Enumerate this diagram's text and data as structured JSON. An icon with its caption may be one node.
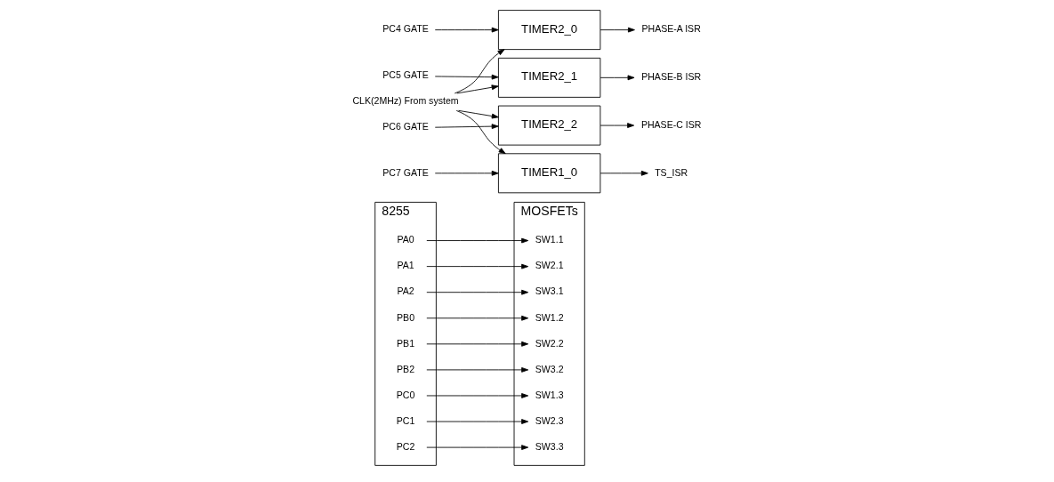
{
  "diagram": {
    "nodes": [
      {
        "text": [
          "8255"
        ]
      },
      {
        "text": [
          "PA0"
        ],
        "in": 0
      },
      {
        "text": [
          "PA1"
        ],
        "in": 0
      },
      {
        "text": [
          "PA2"
        ],
        "in": 0
      },
      {
        "text": [
          "PB0"
        ],
        "in": 0
      },
      {
        "text": [
          "PB1"
        ],
        "in": 0
      },
      {
        "text": [
          "PB2"
        ],
        "in": 0
      },
      {
        "text": [
          "PC0"
        ],
        "in": 0
      },
      {
        "text": [
          "PC1"
        ],
        "in": 0
      },
      {
        "text": [
          "PC2"
        ],
        "in": 0
      },
      {
        "text": [
          "MOSFETs"
        ]
      },
      {
        "text": [
          "SW1.1"
        ],
        "in": 10
      },
      {
        "text": [
          "SW2.1"
        ],
        "in": 10
      },
      {
        "text": [
          "SW3.1"
        ],
        "in": 10
      },
      {
        "text": [
          "SW1.2"
        ],
        "in": 10
      },
      {
        "text": [
          "SW2.2"
        ],
        "in": 10
      },
      {
        "text": [
          "SW3.2"
        ],
        "in": 10
      },
      {
        "text": [
          "SW1.3"
        ],
        "in": 10
      },
      {
        "text": [
          "SW2.3"
        ],
        "in": 10
      },
      {
        "text": [
          "SW3.3"
        ],
        "in": 10
      },
      {
        "text": [
          "PC4 GATE"
        ]
      },
      {
        "text": [
          "CLK(2MHz) From system"
        ]
      },
      {
        "text": [
          "TIMER2_0"
        ]
      },
      {
        "text": [
          "PHASE-A ISR"
        ]
      },
      {
        "text": [
          "PC5 GATE"
        ]
      },
      {
        "text": [
          "TIMER2_1"
        ]
      },
      {
        "text": [
          "PHASE-B ISR"
        ]
      },
      {
        "text": [
          "PC6 GATE"
        ]
      },
      {
        "text": [
          "TIMER2_2"
        ]
      },
      {
        "text": [
          "PHASE-C ISR"
        ]
      },
      {
        "text": [
          "PC7 GATE"
        ]
      },
      {
        "text": [
          "TIMER1_0"
        ]
      },
      {
        "text": [
          "TS_ISR"
        ]
      }
    ],
    "edges": [
      {
        "from": 1,
        "to": 11,
        "arrow": "to"
      },
      {
        "from": 2,
        "to": 12,
        "arrow": "to"
      },
      {
        "from": 3,
        "to": 13,
        "arrow": "to"
      },
      {
        "from": 4,
        "to": 14,
        "arrow": "to"
      },
      {
        "from": 5,
        "to": 15,
        "arrow": "to"
      },
      {
        "from": 6,
        "to": 16,
        "arrow": "to"
      },
      {
        "from": 7,
        "to": 17,
        "arrow": "to"
      },
      {
        "from": 8,
        "to": 18,
        "arrow": "to"
      },
      {
        "from": 9,
        "to": 19,
        "arrow": "to"
      },
      {
        "from": 20,
        "to": 22,
        "arrow": "to"
      },
      {
        "from": 21,
        "to": 22,
        "arrow": "to"
      },
      {
        "from": 22,
        "to": 23,
        "arrow": "to"
      },
      {
        "from": 24,
        "to": 25,
        "arrow": "to"
      },
      {
        "from": 21,
        "to": 25,
        "arrow": "to"
      },
      {
        "from": 25,
        "to": 26,
        "arrow": "to"
      },
      {
        "from": 27,
        "to": 28,
        "arrow": "to"
      },
      {
        "from": 21,
        "to": 28,
        "arrow": "to"
      },
      {
        "from": 28,
        "to": 29,
        "arrow": "to"
      },
      {
        "from": 30,
        "to": 31,
        "arrow": "to"
      },
      {
        "from": 21,
        "to": 31,
        "arrow": "to"
      },
      {
        "from": 31,
        "to": 32,
        "arrow": "to"
      }
    ]
  }
}
